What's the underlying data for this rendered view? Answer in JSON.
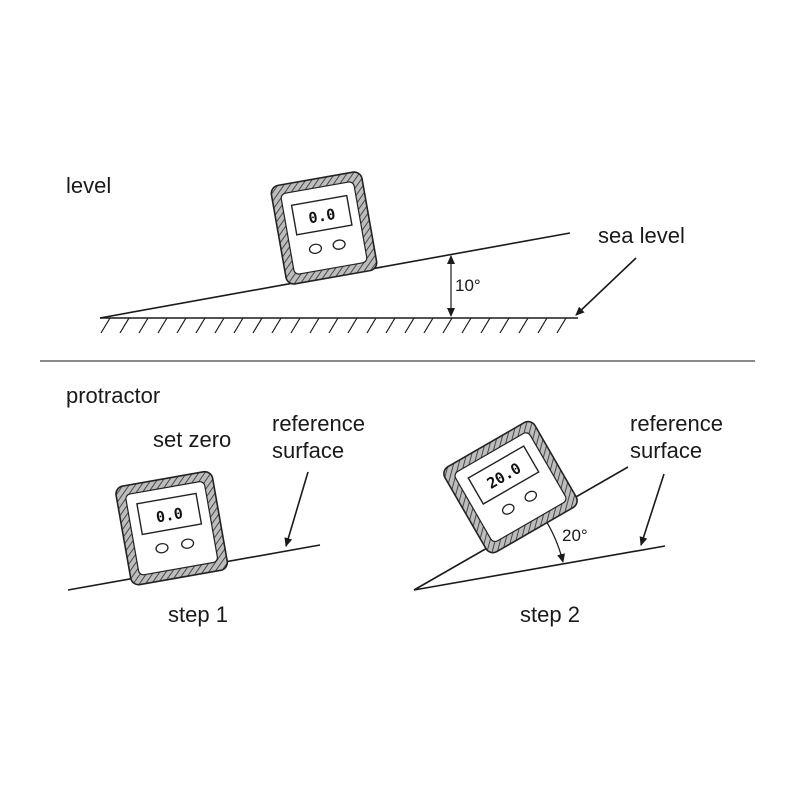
{
  "level_section": {
    "title": "level",
    "sea_level_label": "sea level",
    "angle_label": "10°",
    "device_reading": "0.0"
  },
  "protractor_section": {
    "title": "protractor",
    "step1": {
      "caption": "step 1",
      "set_zero_label": "set zero",
      "ref_line1": "reference",
      "ref_line2": "surface",
      "device_reading": "0.0"
    },
    "step2": {
      "caption": "step 2",
      "ref_line1": "reference",
      "ref_line2": "surface",
      "angle_label": "20°",
      "device_reading": "20.0"
    }
  },
  "colors": {
    "ink": "#1a1a1a",
    "divider": "#8a8a8a",
    "device_frame": "#555555"
  }
}
